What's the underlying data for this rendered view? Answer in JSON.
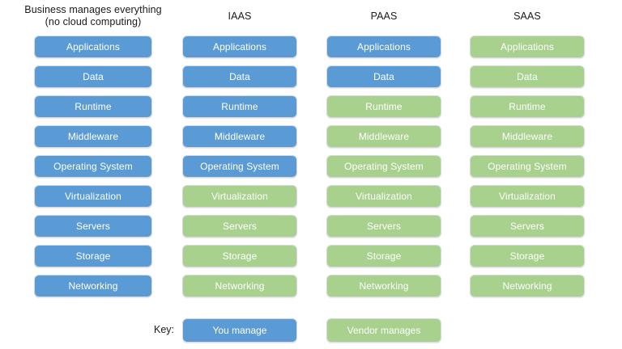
{
  "layers": [
    "Applications",
    "Data",
    "Runtime",
    "Middleware",
    "Operating System",
    "Virtualization",
    "Servers",
    "Storage",
    "Networking"
  ],
  "columns": [
    {
      "id": "on-premises",
      "heading_line1": "Business manages everything",
      "heading_line2": "(no cloud computing)",
      "ownership": [
        "you",
        "you",
        "you",
        "you",
        "you",
        "you",
        "you",
        "you",
        "you"
      ]
    },
    {
      "id": "iaas",
      "heading_line1": "IAAS",
      "heading_line2": "",
      "ownership": [
        "you",
        "you",
        "you",
        "you",
        "you",
        "vendor",
        "vendor",
        "vendor",
        "vendor"
      ]
    },
    {
      "id": "paas",
      "heading_line1": "PAAS",
      "heading_line2": "",
      "ownership": [
        "you",
        "you",
        "vendor",
        "vendor",
        "vendor",
        "vendor",
        "vendor",
        "vendor",
        "vendor"
      ]
    },
    {
      "id": "saas",
      "heading_line1": "SAAS",
      "heading_line2": "",
      "ownership": [
        "vendor",
        "vendor",
        "vendor",
        "vendor",
        "vendor",
        "vendor",
        "vendor",
        "vendor",
        "vendor"
      ]
    }
  ],
  "key": {
    "label": "Key:",
    "you_manage": "You manage",
    "vendor_manages": "Vendor manages"
  },
  "colors": {
    "you_manage": "#5B9BD5",
    "vendor_manages": "#A9D18E",
    "box_border": "#D7D9DC",
    "box_text": "#FFFFFF",
    "heading_text": "#1A1A1A",
    "background": "#FFFFFF"
  }
}
